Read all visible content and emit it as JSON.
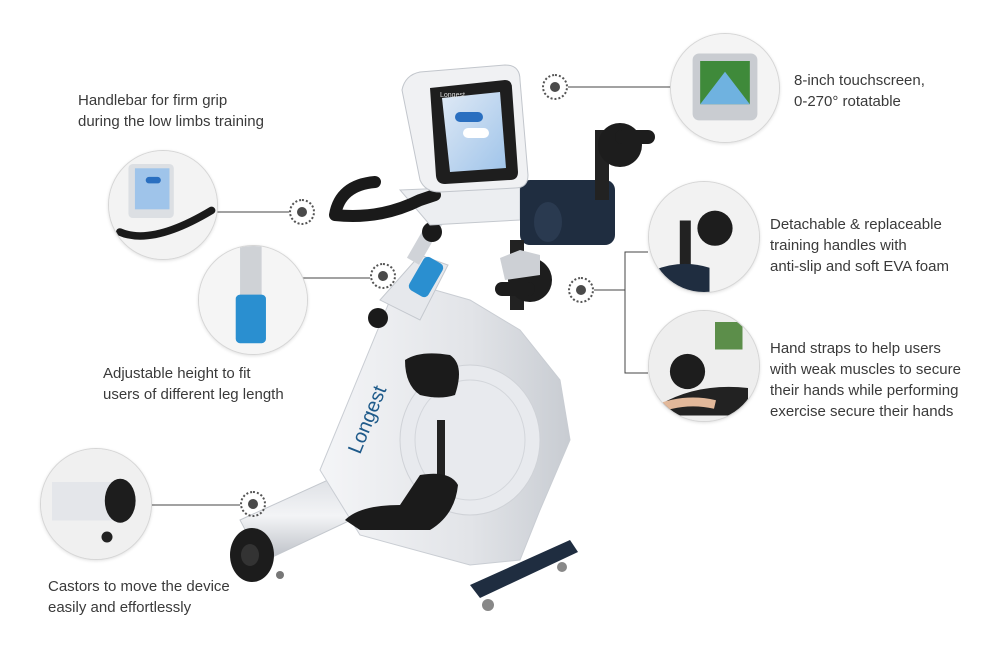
{
  "brand": {
    "logo_text": "Longest",
    "screen_logo": "Longest"
  },
  "features": {
    "handlebar": {
      "line1": "Handlebar for firm grip",
      "line2": "during the low limbs training"
    },
    "height": {
      "line1": "Adjustable height to fit",
      "line2": "users of different leg length"
    },
    "castors": {
      "line1": "Castors to move the device",
      "line2": "easily and effortlessly"
    },
    "touchscreen": {
      "line1": "8-inch touchscreen,",
      "line2": "0-270° rotatable"
    },
    "handles": {
      "line1": "Detachable & replaceable",
      "line2": "training handles with",
      "line3": "anti-slip and soft EVA foam"
    },
    "straps": {
      "line1": "Hand straps to help users",
      "line2": "with weak muscles to secure",
      "line3": "their hands while performing",
      "line4": "exercise secure their hands"
    }
  },
  "colors": {
    "frame": "#e9ebee",
    "navy": "#1f2d40",
    "black": "#1a1a1a",
    "accent_blue": "#2a8fd0",
    "logo_teal": "#1e5a8a"
  }
}
